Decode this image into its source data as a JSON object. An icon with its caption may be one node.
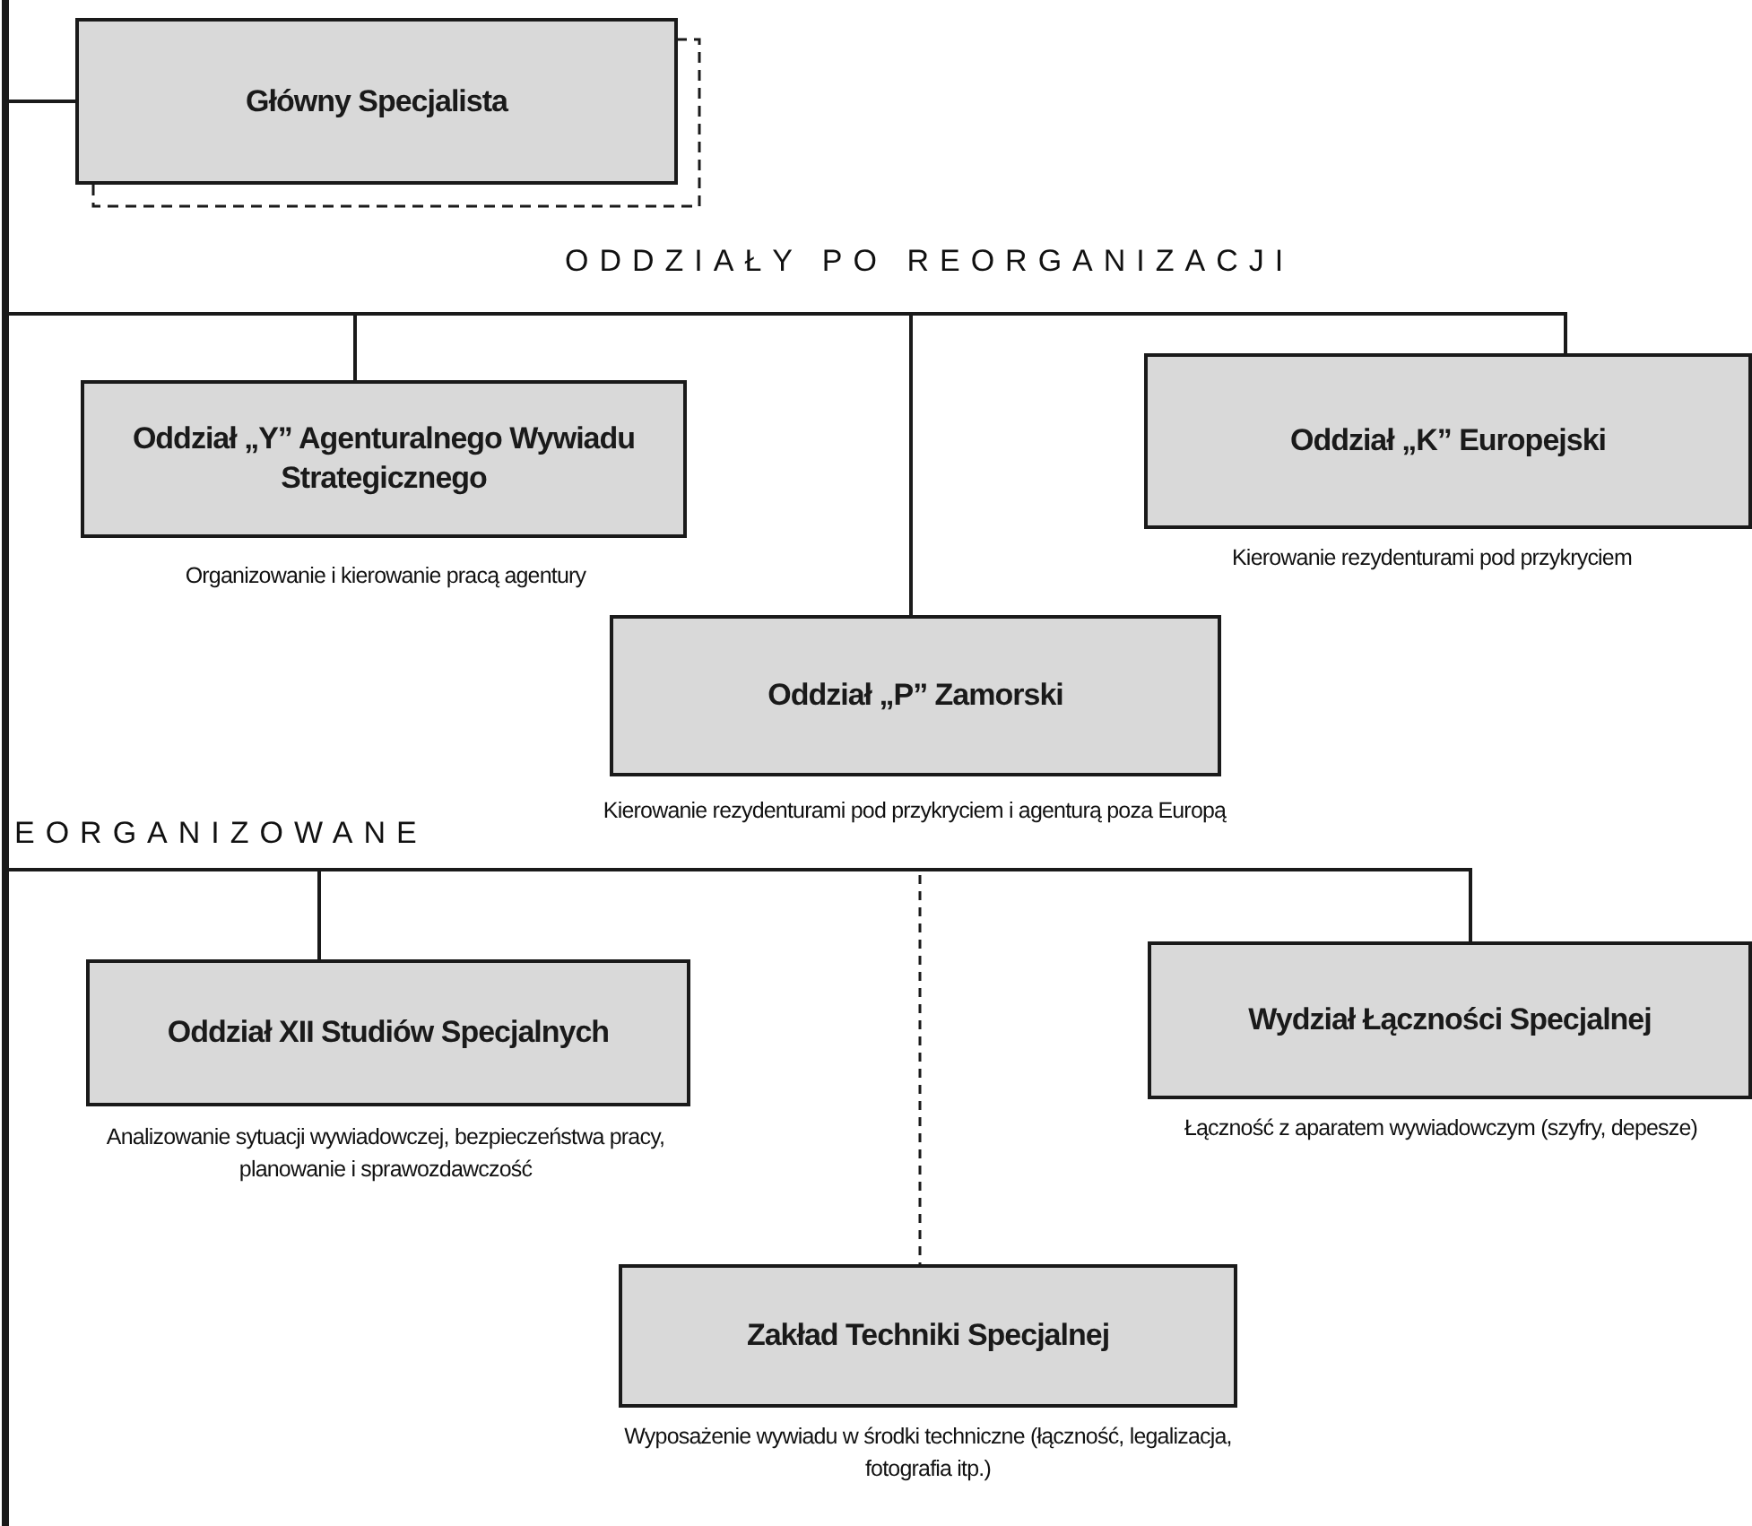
{
  "diagram": {
    "nodes": [
      {
        "text": [
          "Główny Specjalista"
        ]
      },
      {
        "text": [
          "Oddział „Y” Agenturalnego Wywiadu Strategicznego"
        ],
        "beside": [
          "Organizowanie i kierowanie pracą agentury"
        ]
      },
      {
        "text": [
          "Oddział „K” Europejski"
        ],
        "beside": [
          "Kierowanie rezydenturami pod przykryciem"
        ]
      },
      {
        "text": [
          "Oddział „P” Zamorski"
        ],
        "beside": [
          "Kierowanie rezydenturami pod przykryciem i agenturą poza Europą"
        ]
      },
      {
        "text": [
          "Oddział XII Studiów Specjalnych"
        ],
        "beside": [
          "Analizowanie sytuacji wywiadowczej, bezpieczeństwa pracy, planowanie i sprawozdawczość"
        ]
      },
      {
        "text": [
          "Wydział Łączności Specjalnej"
        ],
        "beside": [
          "Łączność z aparatem wywiadowczym (szyfry, depesze)"
        ]
      },
      {
        "text": [
          "Zakład Techniki Specjalnej"
        ],
        "beside": [
          "Wyposażenie wywiadu w środki techniczne (łączność, legalizacja, fotografia itp.)"
        ]
      }
    ],
    "edges": [
      {
        "from": null,
        "to": 0,
        "arrow": "none"
      },
      {
        "from": null,
        "to": 1,
        "arrow": "none"
      },
      {
        "from": null,
        "to": 3,
        "arrow": "none"
      },
      {
        "from": null,
        "to": 2,
        "arrow": "none"
      },
      {
        "from": null,
        "to": 4,
        "arrow": "none"
      },
      {
        "from": null,
        "to": 6,
        "arrow": "none",
        "style": "dashed"
      },
      {
        "from": null,
        "to": 5,
        "arrow": "none"
      }
    ],
    "labels": [
      "ODDZIAŁY PO REORGANIZACJI",
      "EORGANIZOWANE"
    ]
  }
}
